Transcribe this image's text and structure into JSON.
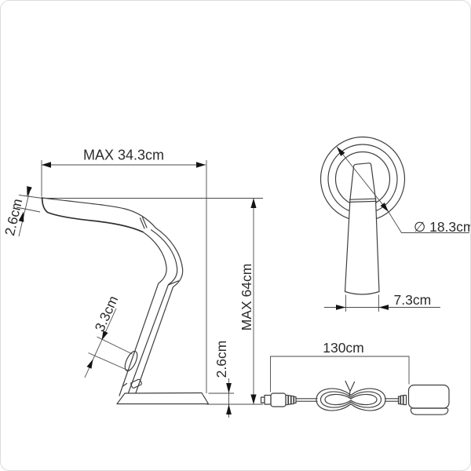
{
  "page": {
    "background": "#ffffff",
    "border_color": "#dcdcdc"
  },
  "drawing": {
    "colors": {
      "line": "#3f3f3f",
      "dimension_line": "#4a4a4a",
      "text": "#2b2b2b"
    },
    "side_view": {
      "max_width": "MAX 34.3cm",
      "head_thickness": "2.6cm",
      "switch_length": "3.3cm",
      "base_height": "2.6cm",
      "max_height": "MAX 64cm"
    },
    "rear_view": {
      "diameter": "∅ 18.3cm",
      "column_width": "7.3cm"
    },
    "cable": {
      "length": "130cm"
    }
  }
}
